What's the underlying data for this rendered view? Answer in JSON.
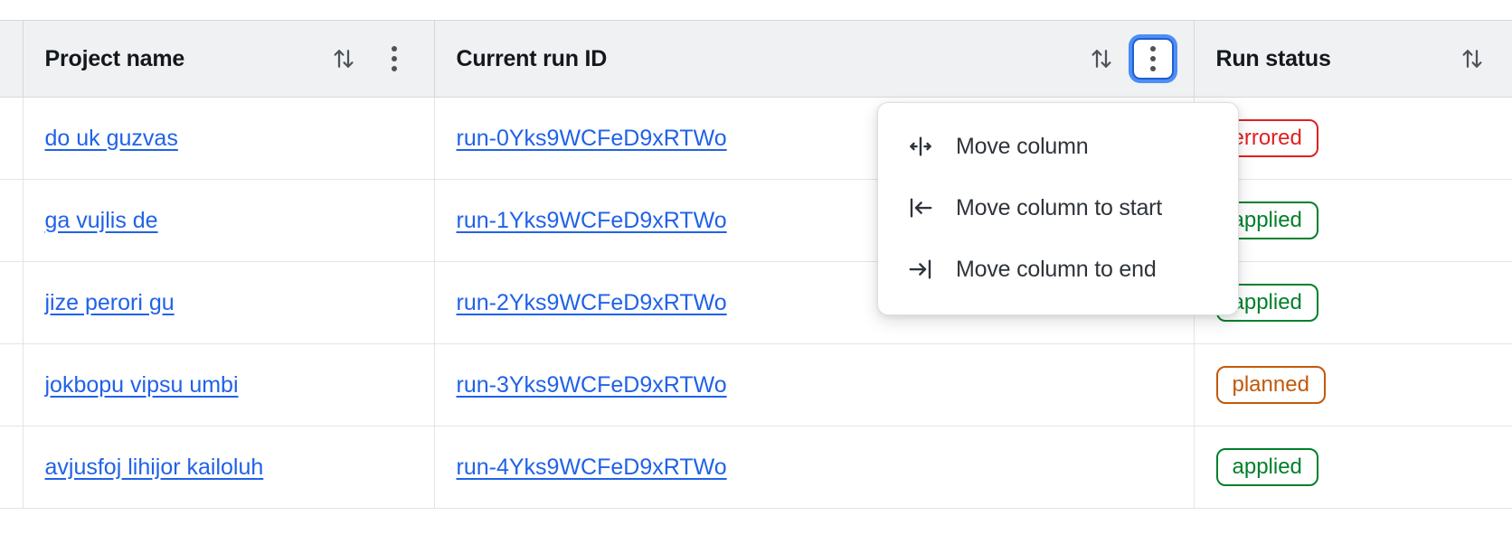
{
  "table": {
    "columns": [
      {
        "key": "select",
        "label": "",
        "sortable": false,
        "has_menu": false
      },
      {
        "key": "project",
        "label": "Project name",
        "sortable": true,
        "has_menu": true,
        "menu_focused": false
      },
      {
        "key": "run",
        "label": "Current run ID",
        "sortable": true,
        "has_menu": true,
        "menu_focused": true
      },
      {
        "key": "status",
        "label": "Run status",
        "sortable": true,
        "has_menu": false,
        "menu_focused": false
      }
    ],
    "rows": [
      {
        "project": "do uk guzvas",
        "run_id": "run-0Yks9WCFeD9xRTWo",
        "status": "errored"
      },
      {
        "project": "ga vujlis de",
        "run_id": "run-1Yks9WCFeD9xRTWo",
        "status": "applied"
      },
      {
        "project": "jize perori gu",
        "run_id": "run-2Yks9WCFeD9xRTWo",
        "status": "applied"
      },
      {
        "project": "jokbopu vipsu umbi",
        "run_id": "run-3Yks9WCFeD9xRTWo",
        "status": "planned"
      },
      {
        "project": "avjusfoj lihijor kailoluh",
        "run_id": "run-4Yks9WCFeD9xRTWo",
        "status": "applied"
      }
    ]
  },
  "column_menu": {
    "open_for_column": "Current run ID",
    "items": [
      {
        "icon": "move-column-icon",
        "label": "Move column"
      },
      {
        "icon": "move-column-to-start-icon",
        "label": "Move column to start"
      },
      {
        "icon": "move-column-to-end-icon",
        "label": "Move column to end"
      }
    ]
  },
  "icons": {
    "sort": "sort-ascending-descending-icon",
    "kebab": "overflow-menu-vertical-icon"
  },
  "colors": {
    "link": "#2062e8",
    "header_bg": "#eff1f3",
    "focus_ring": "#4d8df6",
    "status_errored": "#e02020",
    "status_applied": "#00802b",
    "status_planned": "#c1590a"
  }
}
